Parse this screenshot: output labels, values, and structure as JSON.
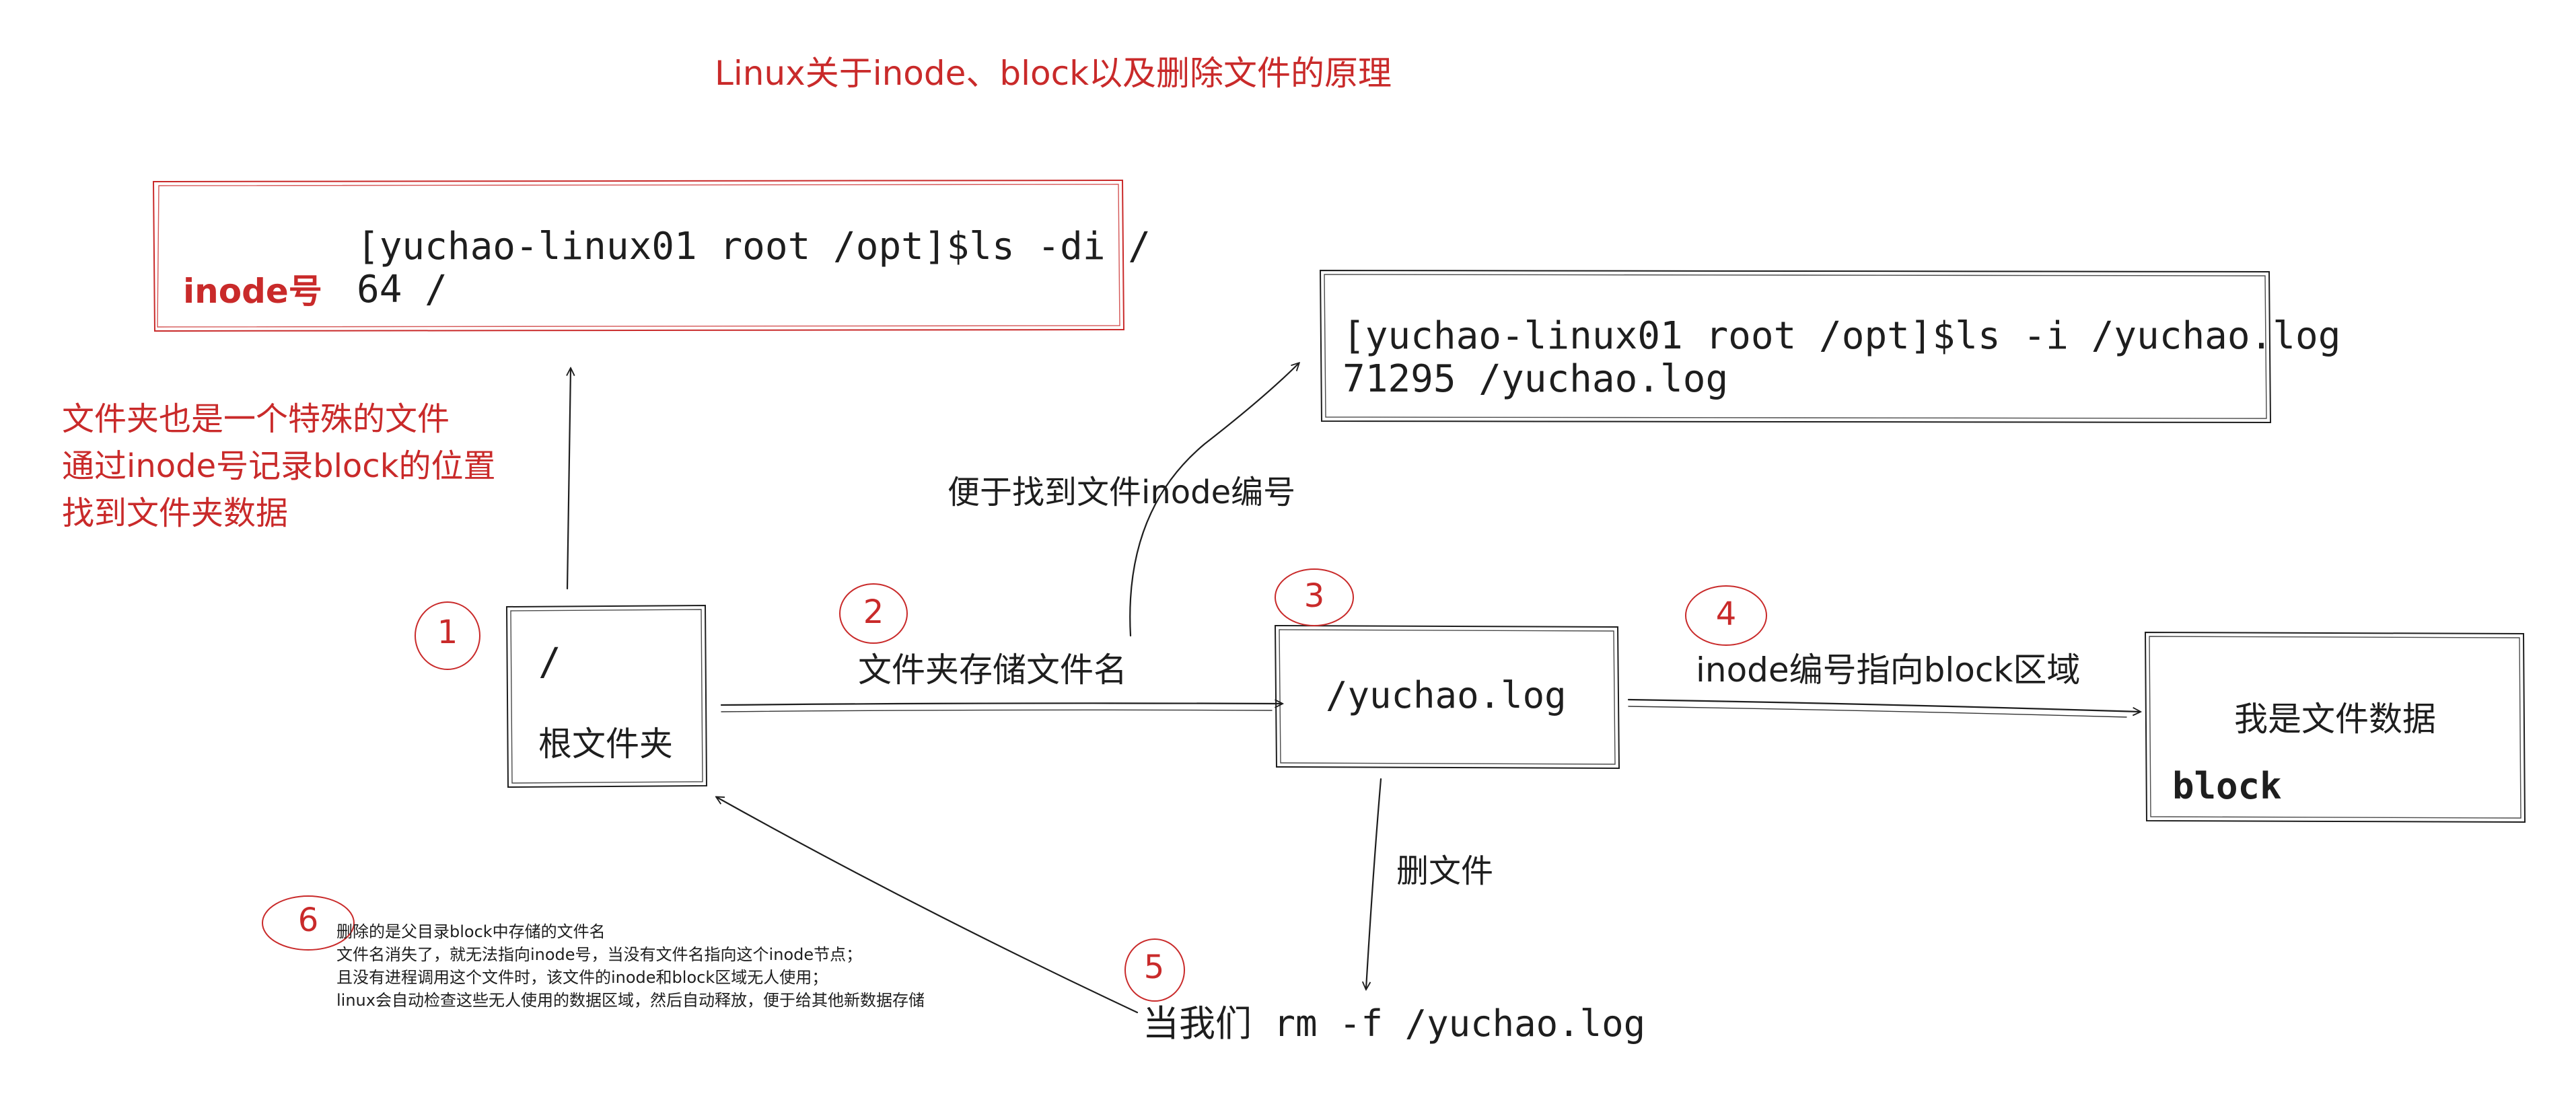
{
  "title": "Linux关于inode、block以及删除文件的原理",
  "command_box_1": {
    "line1": "[yuchao-linux01 root /opt]$ls -di /",
    "line2": "64 /",
    "inode_label": "inode号"
  },
  "command_box_2": {
    "line1": "[yuchao-linux01 root /opt]$ls -i /yuchao.log",
    "line2": "71295 /yuchao.log"
  },
  "note_folder": {
    "line1": "文件夹也是一个特殊的文件",
    "line2": "通过inode号记录block的位置",
    "line3": "找到文件夹数据"
  },
  "find_inode_label": "便于找到文件inode编号",
  "root_box": {
    "slash": "/",
    "name": "根文件夹"
  },
  "dir_store_label": "文件夹存储文件名",
  "file_box": {
    "name": "/yuchao.log"
  },
  "inode_to_block_label": "inode编号指向block区域",
  "data_box": {
    "text": "我是文件数据",
    "block": "block"
  },
  "delete_label": "删文件",
  "rm_command": "当我们 rm -f /yuchao.log",
  "note_delete": {
    "line1": "删除的是父目录block中存储的文件名",
    "line2": "文件名消失了，就无法指向inode号，当没有文件名指向这个inode节点；",
    "line3": "且没有进程调用这个文件时，该文件的inode和block区域无人使用；",
    "line4": "linux会自动检查这些无人使用的数据区域，然后自动释放，便于给其他新数据存储"
  },
  "step_numbers": [
    "1",
    "2",
    "3",
    "4",
    "5",
    "6"
  ],
  "colors": {
    "annotation_red": "#c92a2a",
    "stroke": "#1e1e1e"
  }
}
